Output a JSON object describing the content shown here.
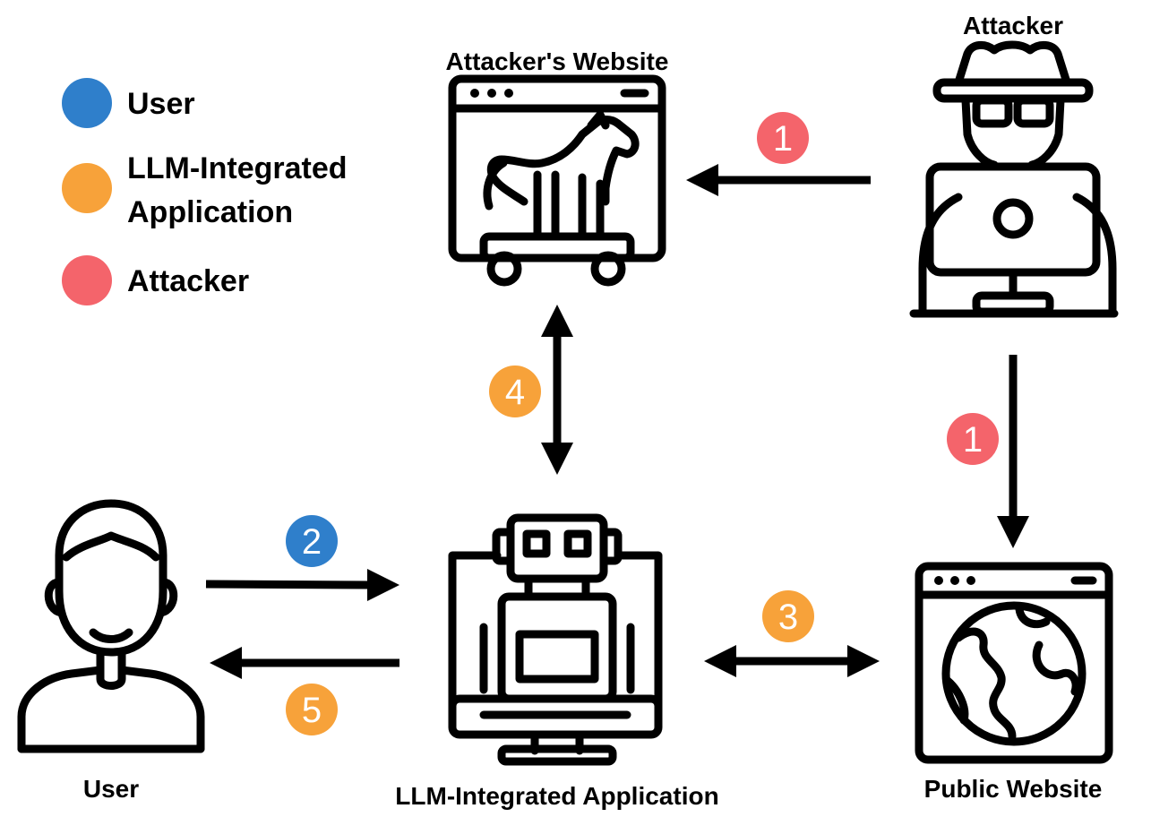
{
  "legend": [
    {
      "label": "User",
      "color": "#2f7fcb"
    },
    {
      "label_lines": [
        "LLM-Integrated",
        "Application"
      ],
      "color": "#f7a23a"
    },
    {
      "label": "Attacker",
      "color": "#f4646b"
    }
  ],
  "nodes": {
    "attackers_website": {
      "label": "Attacker's Website",
      "icon": "trojan-horse-website-icon"
    },
    "attacker": {
      "label": "Attacker",
      "icon": "hacker-laptop-icon"
    },
    "user": {
      "label": "User",
      "icon": "user-person-icon"
    },
    "llm_app": {
      "label": "LLM-Integrated Application",
      "icon": "robot-monitor-icon"
    },
    "public_website": {
      "label": "Public Website",
      "icon": "globe-website-icon"
    }
  },
  "steps": [
    {
      "num": "1",
      "role": "Attacker",
      "from": "Attacker",
      "to": "Attacker's Website"
    },
    {
      "num": "1",
      "role": "Attacker",
      "from": "Attacker",
      "to": "Public Website"
    },
    {
      "num": "2",
      "role": "User",
      "from": "User",
      "to": "LLM-Integrated Application"
    },
    {
      "num": "3",
      "role": "LLM-Integrated Application",
      "from": "LLM-Integrated Application",
      "to": "Public Website"
    },
    {
      "num": "4",
      "role": "LLM-Integrated Application",
      "from": "LLM-Integrated Application",
      "to": "Attacker's Website"
    },
    {
      "num": "5",
      "role": "LLM-Integrated Application",
      "from": "LLM-Integrated Application",
      "to": "User"
    }
  ],
  "colors": {
    "user": "#2f7fcb",
    "app": "#f7a23a",
    "attacker": "#f4646b",
    "ink": "#000000"
  }
}
